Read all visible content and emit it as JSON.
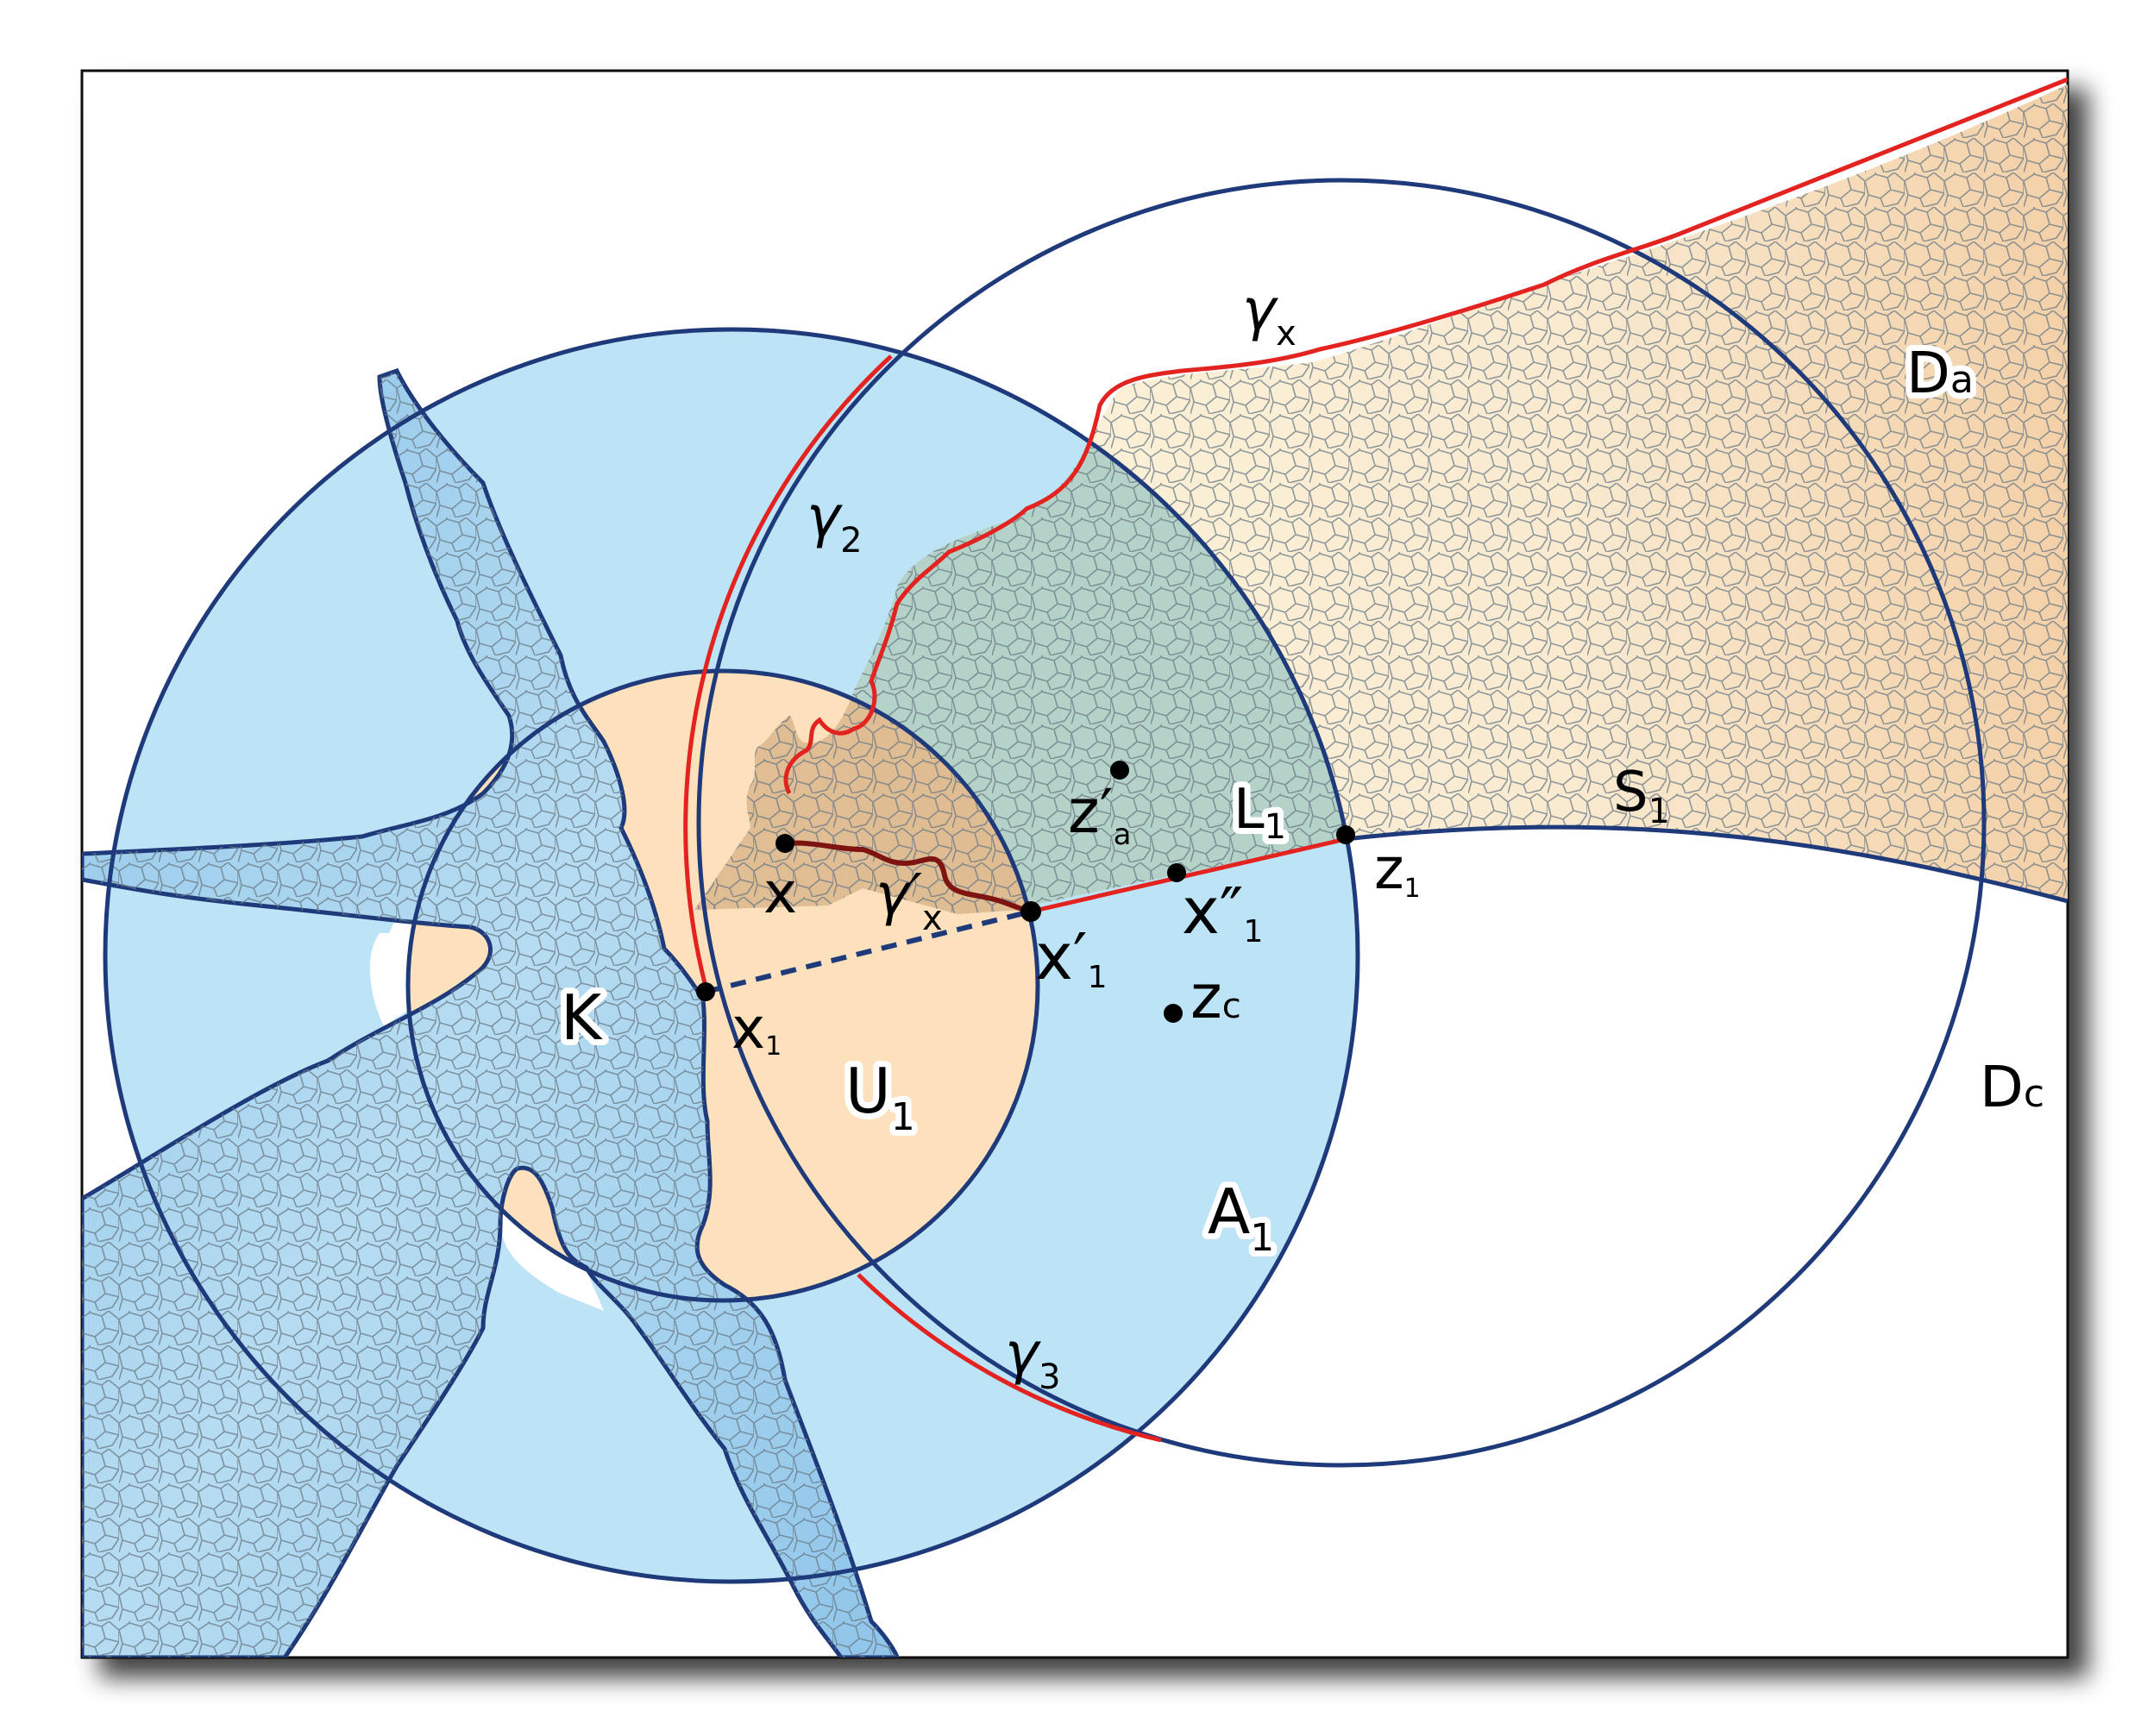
{
  "labels": {
    "K": "K",
    "U": "U",
    "U_sub": "1",
    "A": "A",
    "A_sub": "1",
    "L": "L",
    "L_sub": "1",
    "S": "S",
    "S_sub": "1",
    "Da": "D",
    "Da_sub": "a",
    "Dc": "D",
    "Dc_sub": "c",
    "gamma2": "γ",
    "gamma2_sub": "2",
    "gamma3": "γ",
    "gamma3_sub": "3",
    "gammax": "γ",
    "gammax_sub": "x",
    "gammaxp": "γ′",
    "gammaxp_sub": "x",
    "x": "x",
    "x1": "x",
    "x1_sub": "1",
    "xp1": "x′",
    "xp1_sub": "1",
    "xpp1": "x″",
    "xpp1_sub": "1",
    "za": "z′",
    "za_sub": "a",
    "zc": "z",
    "zc_sub": "c",
    "z1": "z",
    "z1_sub": "1"
  },
  "colors": {
    "annulus_fill": "#bde3f7",
    "disk_fill": "#fde0bc",
    "circle_stroke": "#1f3a7a",
    "curve_red": "#e32320",
    "curve_darkred": "#7e1411",
    "mesh_stroke": "#6b7a86",
    "region_K_fill": "#a9d3ee",
    "region_D_fill": "#f8f1d8",
    "region_Da_fill": "#f6d9b3",
    "region_L_fill": "#a8cdc7"
  }
}
